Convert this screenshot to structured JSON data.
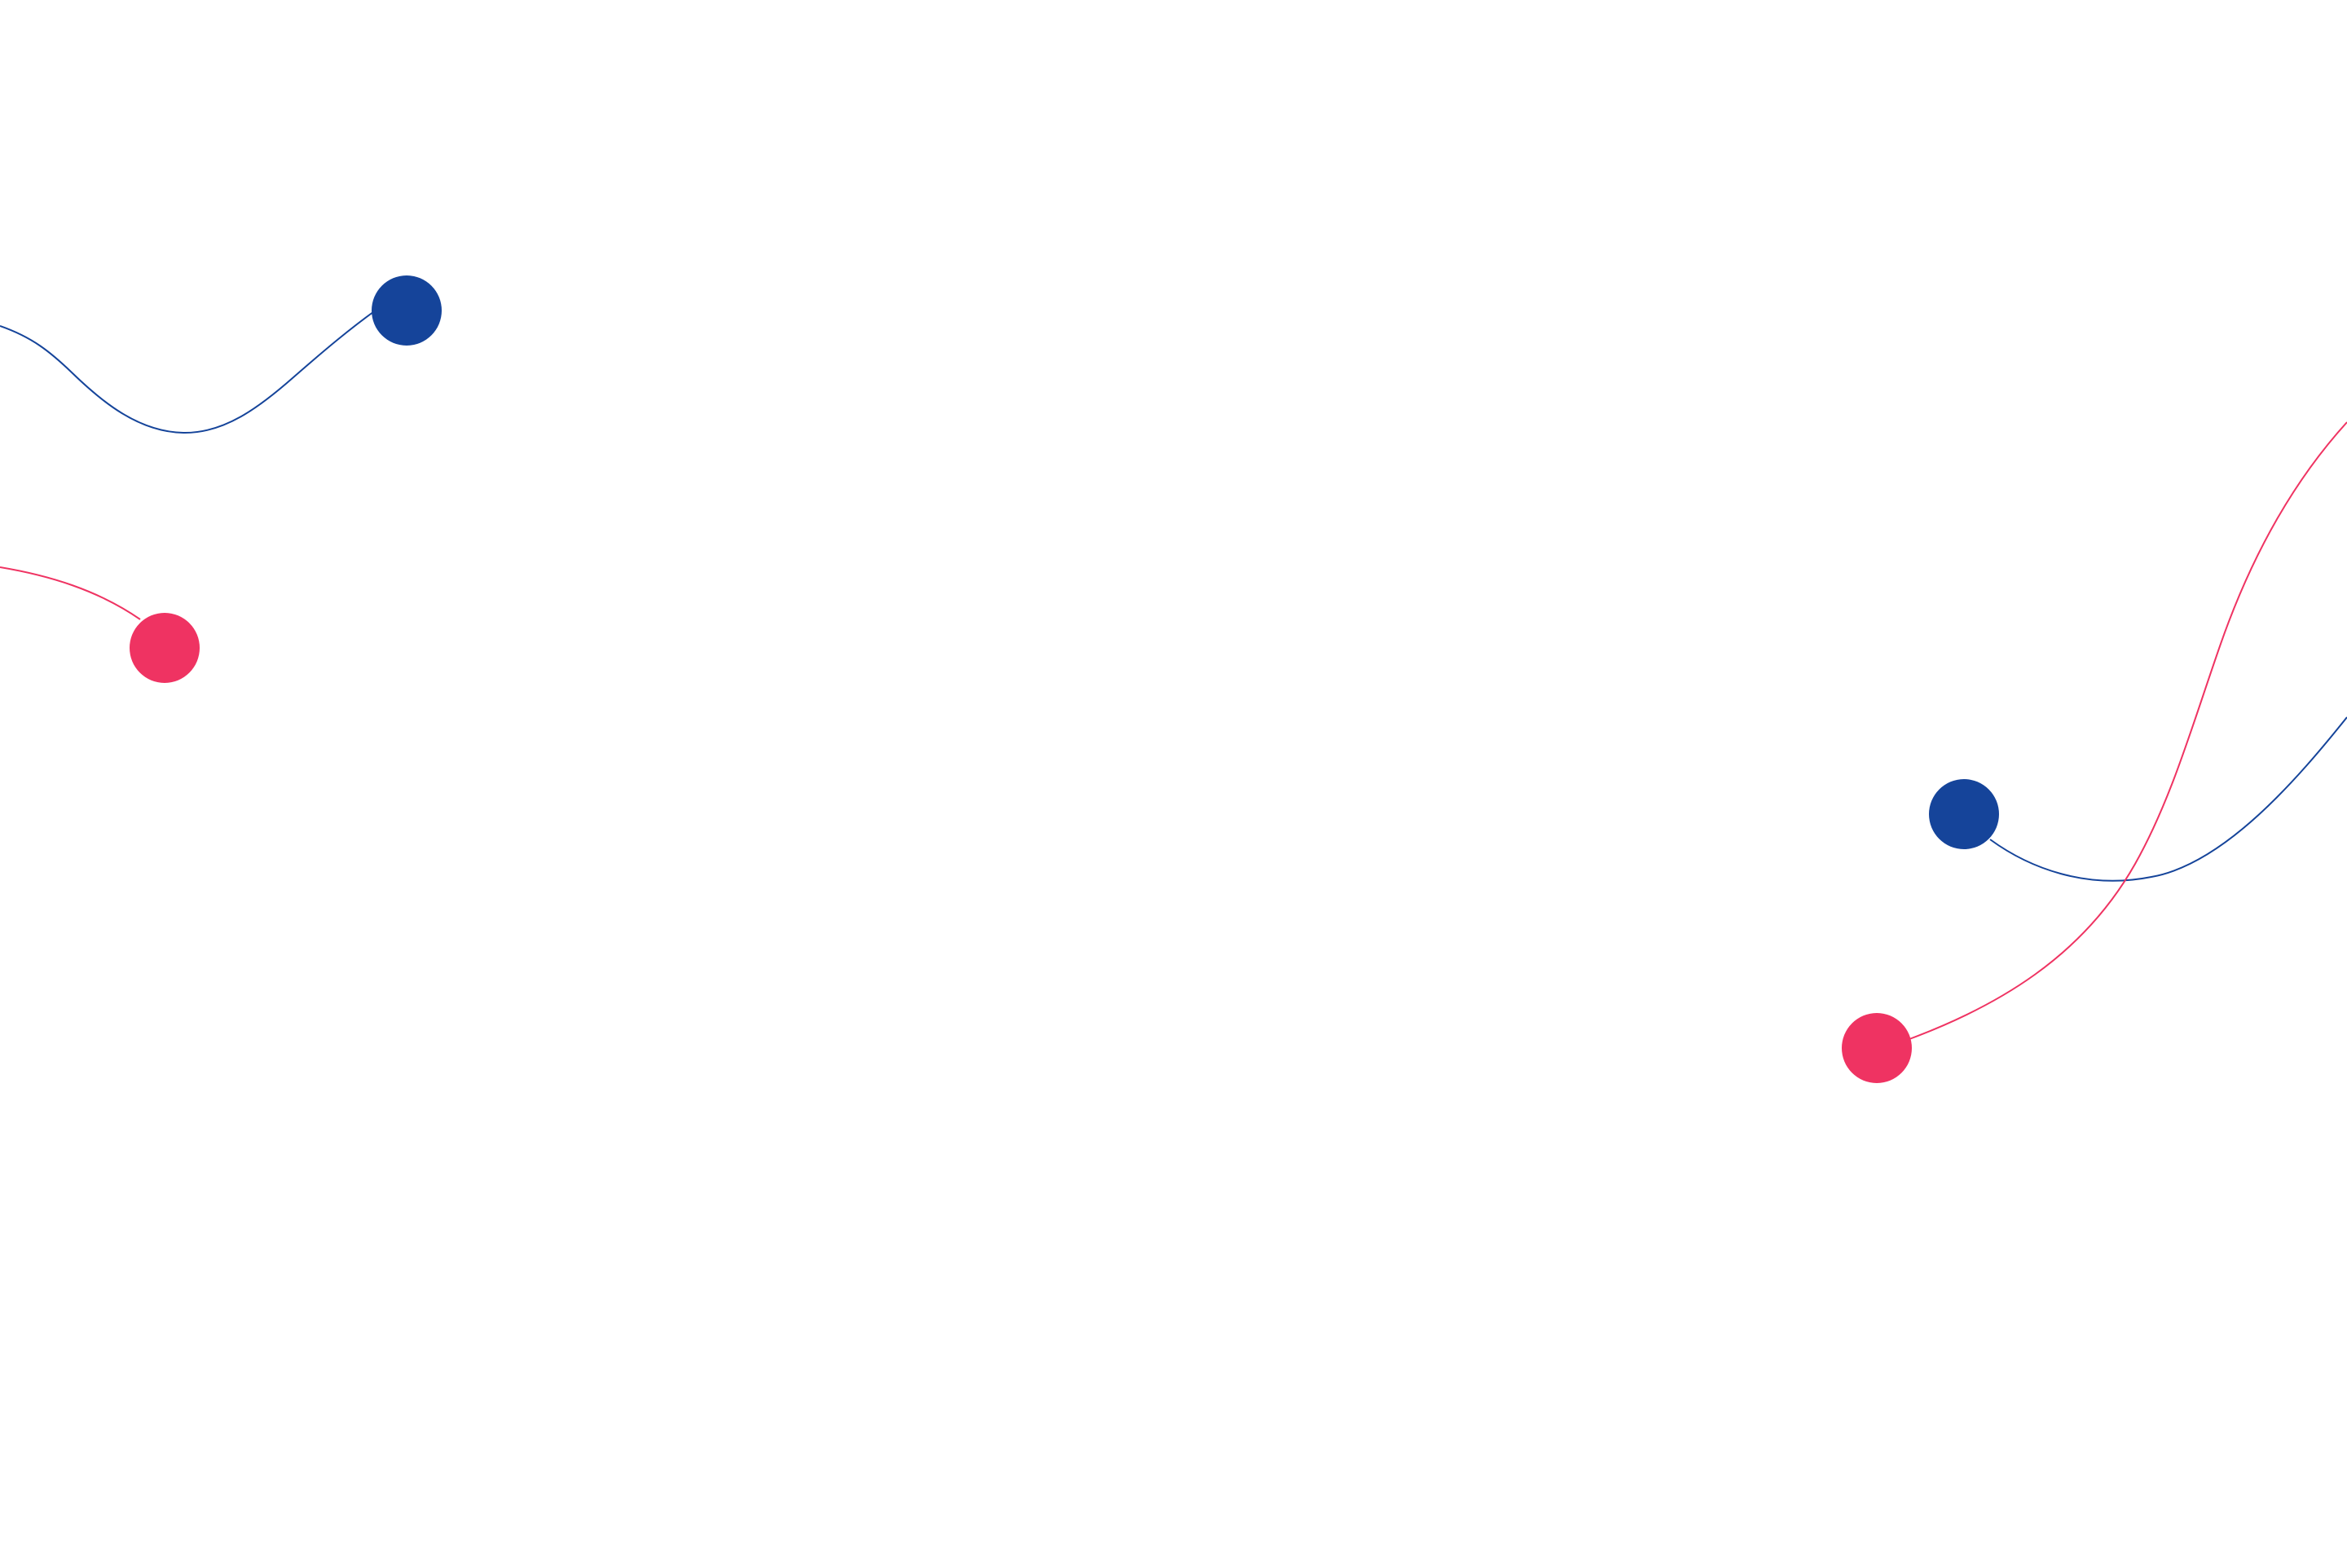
{
  "page": {
    "background_color": "#ffffff"
  },
  "decoration": {
    "colors": {
      "blue": "#15449A",
      "pink": "#EF3362"
    },
    "stroke_color_names": [
      "blue",
      "pink",
      "blue",
      "pink"
    ]
  }
}
